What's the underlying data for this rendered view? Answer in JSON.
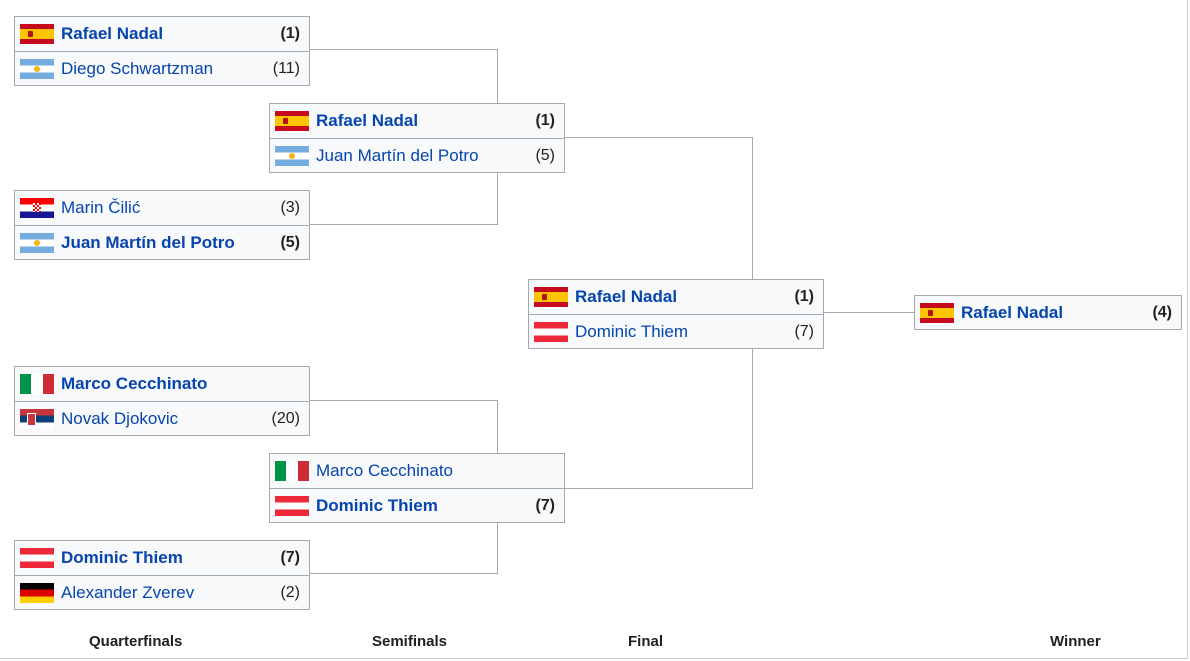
{
  "rounds": [
    "Quarterfinals",
    "Semifinals",
    "Final",
    "Winner"
  ],
  "quarterfinals": [
    {
      "players": [
        {
          "flag": "spain-flag",
          "name": "Rafael Nadal",
          "seed": "(1)",
          "winner": true
        },
        {
          "flag": "argentina-flag",
          "name": "Diego Schwartzman",
          "seed": "(11)",
          "winner": false
        }
      ]
    },
    {
      "players": [
        {
          "flag": "croatia-flag",
          "name": "Marin Čilić",
          "seed": "(3)",
          "winner": false
        },
        {
          "flag": "argentina-flag",
          "name": "Juan Martín del Potro",
          "seed": "(5)",
          "winner": true
        }
      ]
    },
    {
      "players": [
        {
          "flag": "italy-flag",
          "name": "Marco Cecchinato",
          "seed": "",
          "winner": true
        },
        {
          "flag": "serbia-flag",
          "name": "Novak Djokovic",
          "seed": "(20)",
          "winner": false
        }
      ]
    },
    {
      "players": [
        {
          "flag": "austria-flag",
          "name": "Dominic Thiem",
          "seed": "(7)",
          "winner": true
        },
        {
          "flag": "germany-flag",
          "name": "Alexander Zverev",
          "seed": "(2)",
          "winner": false
        }
      ]
    }
  ],
  "semifinals": [
    {
      "players": [
        {
          "flag": "spain-flag",
          "name": "Rafael Nadal",
          "seed": "(1)",
          "winner": true
        },
        {
          "flag": "argentina-flag",
          "name": "Juan Martín del Potro",
          "seed": "(5)",
          "winner": false
        }
      ]
    },
    {
      "players": [
        {
          "flag": "italy-flag",
          "name": "Marco Cecchinato",
          "seed": "",
          "winner": false
        },
        {
          "flag": "austria-flag",
          "name": "Dominic Thiem",
          "seed": "(7)",
          "winner": true
        }
      ]
    }
  ],
  "final": {
    "players": [
      {
        "flag": "spain-flag",
        "name": "Rafael Nadal",
        "seed": "(1)",
        "winner": true
      },
      {
        "flag": "austria-flag",
        "name": "Dominic Thiem",
        "seed": "(7)",
        "winner": false
      }
    ]
  },
  "winner": {
    "flag": "spain-flag",
    "name": "Rafael Nadal",
    "seed": "(4)"
  }
}
